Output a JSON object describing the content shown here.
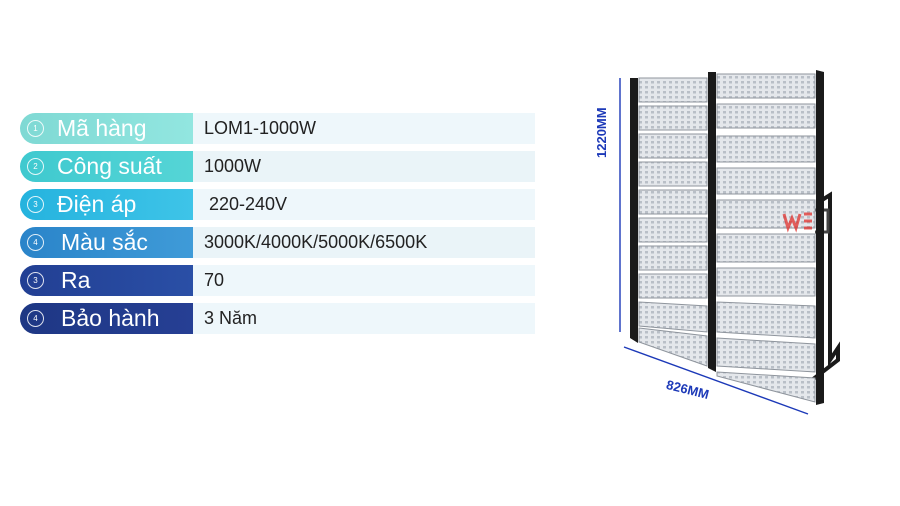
{
  "specs": [
    {
      "num": "1",
      "label": "Mã hàng",
      "value": "LOM1-1000W"
    },
    {
      "num": "2",
      "label": "Công suất",
      "value": "1000W"
    },
    {
      "num": "3",
      "label": "Điện áp",
      "value": " 220-240V"
    },
    {
      "num": "4",
      "label": "Màu sắc",
      "value": "3000K/4000K/5000K/6500K"
    },
    {
      "num": "3",
      "label": "Ra",
      "value": "70"
    },
    {
      "num": "4",
      "label": "Bảo hành",
      "value": "3 Năm"
    }
  ],
  "product": {
    "height_label": "1220MM",
    "width_label": "826MM"
  },
  "colors": {
    "dimension": "#1c39b8",
    "frame": "#1a1a1a",
    "module": "#d9dde2",
    "watermark": "#e0302c"
  }
}
